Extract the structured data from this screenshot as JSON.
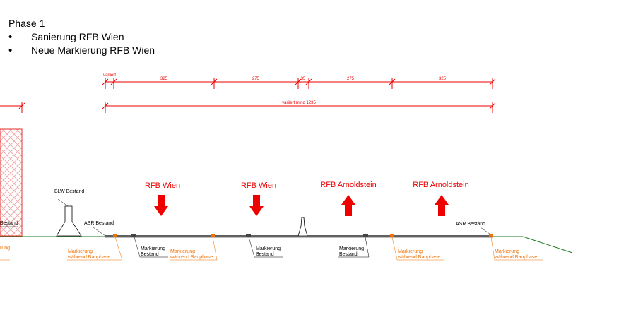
{
  "header": {
    "phase": "Phase 1",
    "bullets": [
      "Sanierung RFB Wien",
      "Neue Markierung RFB Wien"
    ]
  },
  "dimensions": {
    "segments": [
      "variiert",
      "325",
      "275",
      "35",
      "275",
      "325"
    ],
    "total": "variiert mind 1235"
  },
  "lanes": [
    {
      "label": "RFB Wien",
      "direction": "down"
    },
    {
      "label": "RFB Wien",
      "direction": "down"
    },
    {
      "label": "RFB Arnoldstein",
      "direction": "up"
    },
    {
      "label": "RFB Arnoldstein",
      "direction": "up"
    }
  ],
  "labels": {
    "blw": "BLW Bestand",
    "asr_left": "ASR Bestand",
    "asr_right": "ASR Bestand",
    "bestand_left_fragment": "Bestand",
    "markierung_left_fragment": "rung"
  },
  "markings_existing": [
    {
      "line1": "Markierung",
      "line2": "Bestand"
    },
    {
      "line1": "Markierung",
      "line2": "Bestand"
    },
    {
      "line1": "Markierung",
      "line2": "Bestand"
    }
  ],
  "markings_construction": [
    {
      "line1": "Markierung",
      "line2": "während Bauphase"
    },
    {
      "line1": "Markierung",
      "line2": "während Bauphase"
    },
    {
      "line1": "Markierung",
      "line2": "während Bauphase"
    },
    {
      "line1": "Markierung",
      "line2": "während Bauphase"
    }
  ],
  "colors": {
    "dimension": "#ee0000",
    "lane_label": "#ee0000",
    "construction_marking": "#f07000",
    "ground": "#1e7a1e",
    "road": "#000000",
    "existing_marking": "#444444"
  }
}
